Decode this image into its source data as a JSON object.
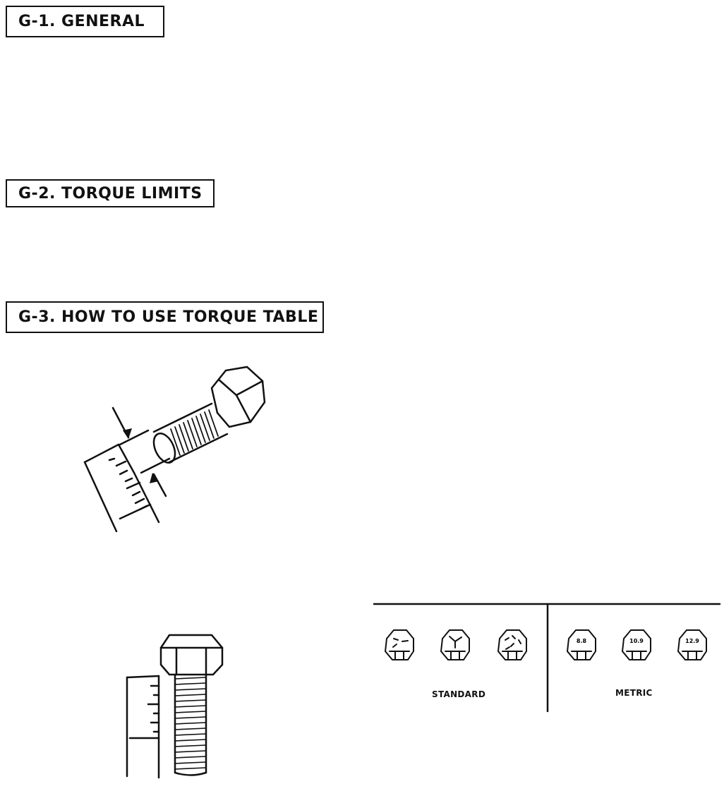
{
  "sections": [
    {
      "id": "G-1",
      "heading": "G-1.  GENERAL"
    },
    {
      "id": "G-2",
      "heading": "G-2.  TORQUE LIMITS"
    },
    {
      "id": "G-3",
      "heading": "G-3.  HOW TO USE TORQUE TABLE"
    }
  ],
  "grade_markings": {
    "standard_label": "STANDARD",
    "metric_label": "METRIC",
    "metric_grades": [
      "8.8",
      "10.9",
      "12.9"
    ]
  }
}
